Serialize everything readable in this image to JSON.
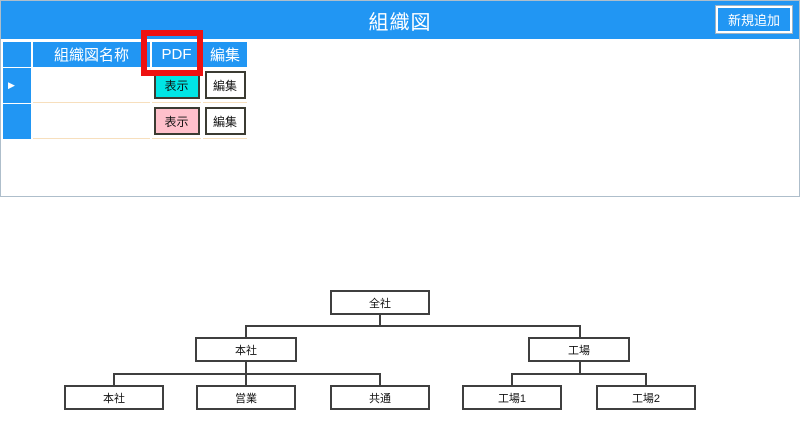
{
  "header": {
    "title": "組織図",
    "add_button_label": "新規追加"
  },
  "table": {
    "columns": {
      "selector": "",
      "name": "組織図名称",
      "pdf": "PDF",
      "edit": "編集"
    },
    "selected_row_marker": "▶",
    "rows": [
      {
        "name": "",
        "pdf_button": "表示",
        "edit_button": "編集",
        "selected": true,
        "pdf_button_color": "#00e5e5"
      },
      {
        "name": "",
        "pdf_button": "表示",
        "edit_button": "編集",
        "selected": false,
        "pdf_button_color": "#ffc0cb"
      }
    ]
  },
  "annotation": {
    "highlighted_column": "PDF",
    "highlight_color": "#ee1111"
  },
  "colors": {
    "accent_blue": "#2196f3",
    "show_button_row1": "#00e5e5",
    "show_button_row2": "#ffc0cb",
    "row_separator": "#f7dfbd",
    "chart_line": "#3f3f3f"
  },
  "org_chart": {
    "nodes": [
      {
        "id": "root",
        "label": "全社"
      },
      {
        "id": "honsha",
        "label": "本社"
      },
      {
        "id": "kojo",
        "label": "工場"
      },
      {
        "id": "honsha2",
        "label": "本社"
      },
      {
        "id": "eigyo",
        "label": "営業"
      },
      {
        "id": "kyotsu",
        "label": "共通"
      },
      {
        "id": "kojo1",
        "label": "工場1"
      },
      {
        "id": "kojo2",
        "label": "工場2"
      }
    ],
    "edges": [
      [
        "root",
        "honsha"
      ],
      [
        "root",
        "kojo"
      ],
      [
        "honsha",
        "honsha2"
      ],
      [
        "honsha",
        "eigyo"
      ],
      [
        "honsha",
        "kyotsu"
      ],
      [
        "kojo",
        "kojo1"
      ],
      [
        "kojo",
        "kojo2"
      ]
    ]
  }
}
